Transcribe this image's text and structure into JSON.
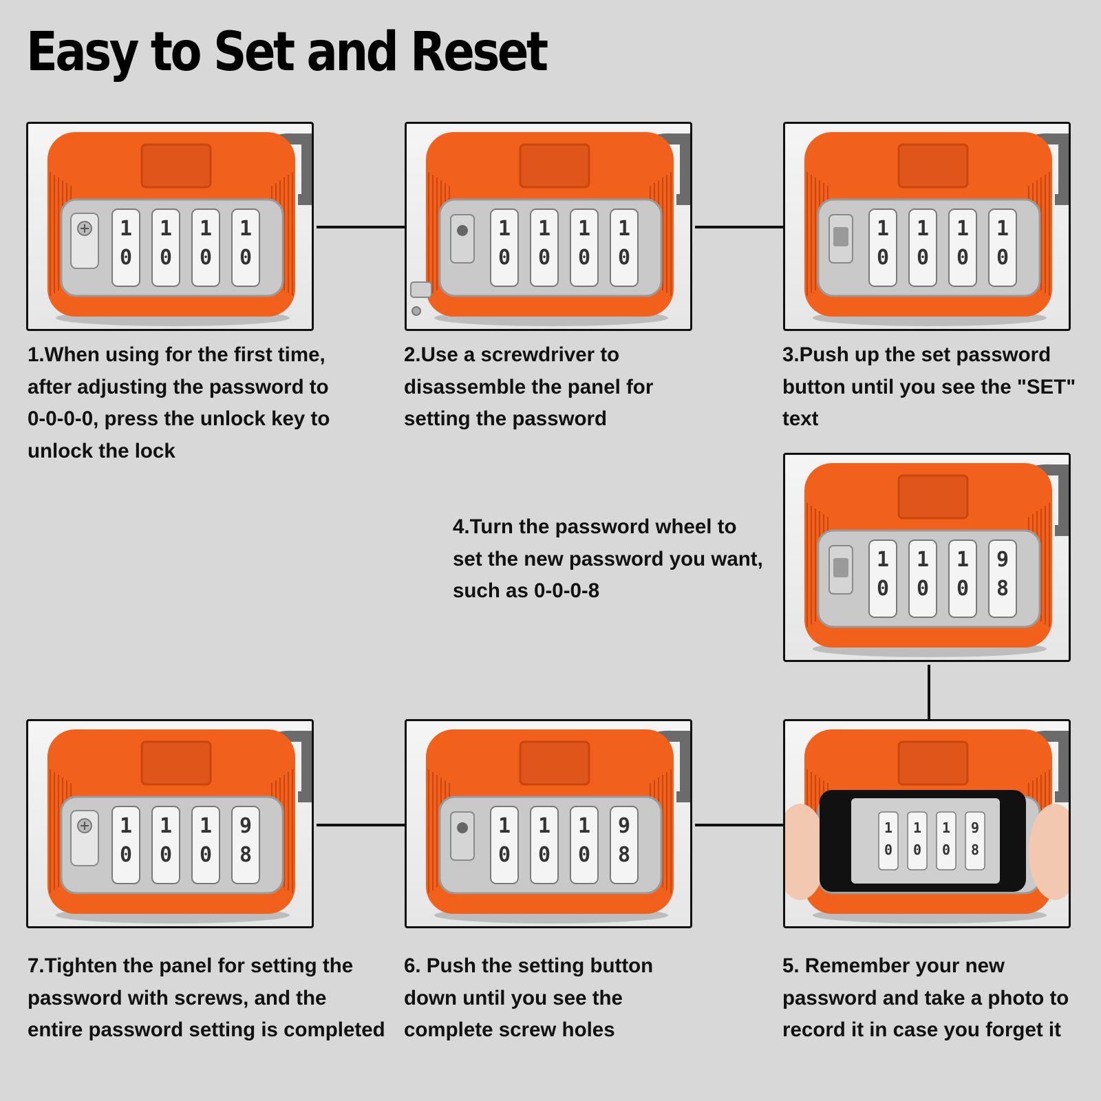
{
  "title": "Easy to Set and Reset",
  "steps": [
    {
      "caption": "1.When using for the first time, after adjusting the password to 0-0-0-0, press the unlock key to unlock the lock",
      "digits": [
        "1",
        "1",
        "1",
        "1"
      ],
      "lower": [
        "0",
        "0",
        "0",
        "0"
      ],
      "panel": "screw"
    },
    {
      "caption": "2.Use a screwdriver to disassemble the panel for setting the password",
      "digits": [
        "1",
        "1",
        "1",
        "1"
      ],
      "lower": [
        "0",
        "0",
        "0",
        "0"
      ],
      "panel": "hole"
    },
    {
      "caption": "3.Push up the set password button until you see the \"SET\" text",
      "digits": [
        "1",
        "1",
        "1",
        "1"
      ],
      "lower": [
        "0",
        "0",
        "0",
        "0"
      ],
      "panel": "set"
    },
    {
      "caption": "4.Turn the password wheel to set the new password you want, such as 0-0-0-8",
      "digits": [
        "1",
        "1",
        "1",
        "9"
      ],
      "lower": [
        "0",
        "0",
        "0",
        "8"
      ],
      "panel": "set"
    },
    {
      "caption": "5. Remember your new password and take a photo to record it in case you forget it",
      "digits": [
        "1",
        "1",
        "1",
        "9"
      ],
      "lower": [
        "0",
        "0",
        "0",
        "8"
      ],
      "panel": "phone"
    },
    {
      "caption": "6. Push the setting button down until you see the complete screw holes",
      "digits": [
        "1",
        "1",
        "1",
        "9"
      ],
      "lower": [
        "0",
        "0",
        "0",
        "8"
      ],
      "panel": "hole"
    },
    {
      "caption": "7.Tighten the panel for setting the password with screws, and the entire password setting is completed",
      "digits": [
        "1",
        "1",
        "1",
        "9"
      ],
      "lower": [
        "0",
        "0",
        "0",
        "8"
      ],
      "panel": "screw"
    }
  ],
  "colors": {
    "lock_orange": "#f2611c",
    "lock_orange_dark": "#c9460e",
    "metal": "#c9c9c9",
    "background": "#d8d8d8"
  }
}
